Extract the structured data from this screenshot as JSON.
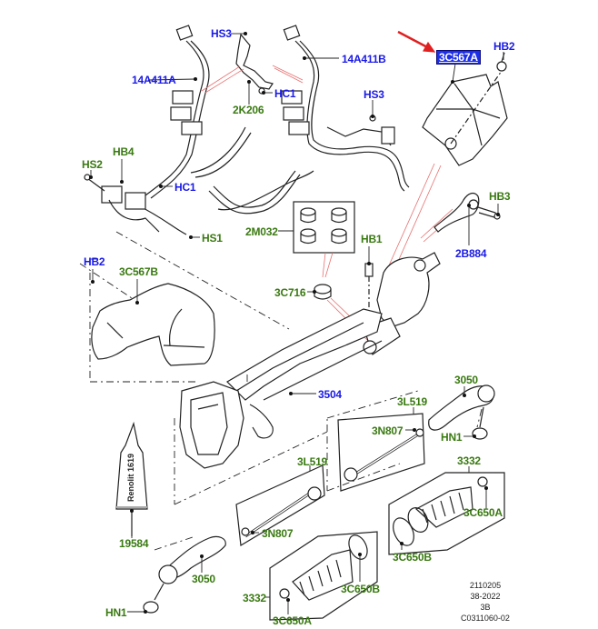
{
  "diagram": {
    "highlighted_part": "3C567A",
    "arrow_color": "#e02020",
    "label_colors": {
      "reference": "#1a1ae6",
      "part": "#3a7a12",
      "highlight_bg": "#1c2ee8"
    },
    "labels": {
      "hs3_top": "HS3",
      "l14a411a": "14A411A",
      "l2k206": "2K206",
      "hc1_top": "HC1",
      "l14a411b": "14A411B",
      "hs3_right": "HS3",
      "l3c567a": "3C567A",
      "hb2_top": "HB2",
      "hb4": "HB4",
      "hs2": "HS2",
      "hc1_mid": "HC1",
      "hs1": "HS1",
      "l2m032": "2M032",
      "hb1": "HB1",
      "hb3": "HB3",
      "l2b884": "2B884",
      "hb2_left": "HB2",
      "l3c567b": "3C567B",
      "l3c716": "3C716",
      "l3504": "3504",
      "l3050_right": "3050",
      "l3l519_right": "3L519",
      "l3n807_right": "3N807",
      "hn1_right": "HN1",
      "l3332_right": "3332",
      "l3c650a_right": "3C650A",
      "l3c650b_right": "3C650B",
      "l3l519_left": "3L519",
      "l3n807_left": "3N807",
      "l19584": "19584",
      "l3050_left": "3050",
      "hn1_left": "HN1",
      "l3332_left": "3332",
      "l3c650b_left": "3C650B",
      "l3c650a_left": "3C650A"
    },
    "tube_text": "Renolit 1619",
    "footer": [
      "2110205",
      "38-2022",
      "3B",
      "C0311060-02"
    ]
  }
}
